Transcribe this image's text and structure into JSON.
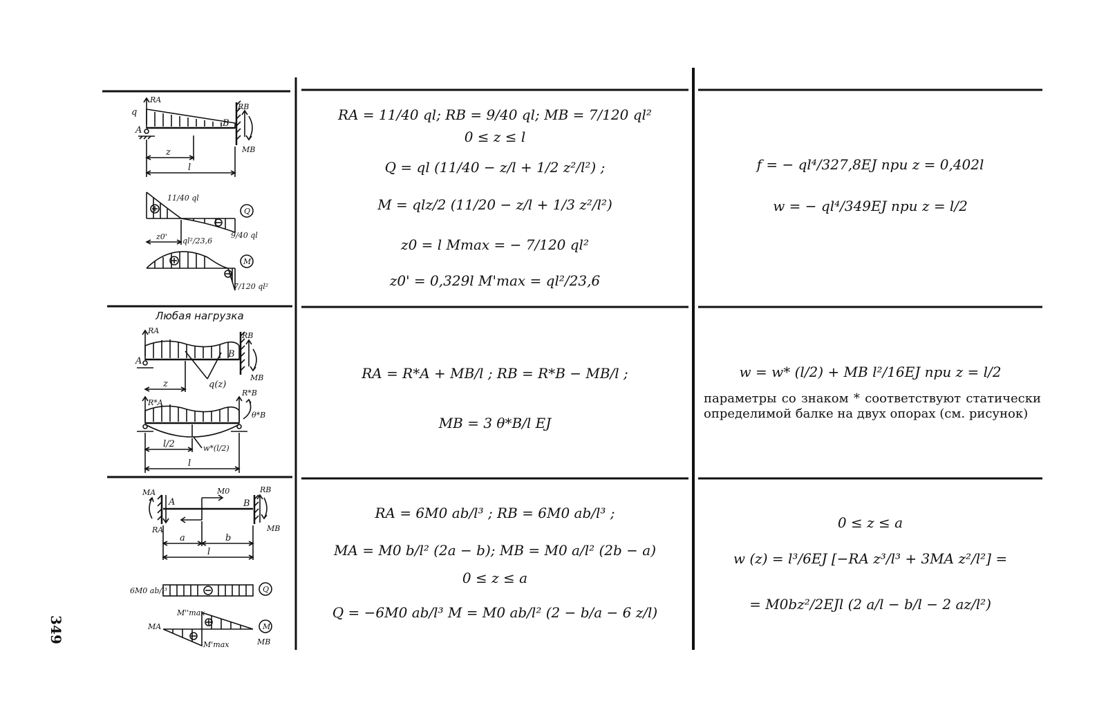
{
  "page_number": "349",
  "rows": [
    {
      "diagram_labels": {
        "load": "q",
        "RA": "RA",
        "RB": "RB",
        "A": "A",
        "B": "B",
        "MB": "MB",
        "z": "z",
        "l": "l",
        "q_val": "11/40 ql",
        "q_neg": "9/40 ql",
        "z0p": "z0'",
        "m_pos": "ql²/23,6",
        "m_neg": "7/120 ql²",
        "Q_tag": "Q",
        "M_tag": "M"
      },
      "formulas": [
        "RA = 11/40 ql;  RB = 9/40 ql;  MB = 7/120 ql²",
        "0 ≤ z ≤ l",
        "Q = ql (11/40 − z/l + 1/2 z²/l²) ;",
        "M = qlz/2 (11/20 − z/l + 1/3 z²/l²)",
        "z0 = l  Mmax = − 7/120 ql²",
        "z0' = 0,329l  M'max = ql²/23,6"
      ],
      "results": [
        "f = − ql⁴/327,8EJ  при  z = 0,402l",
        "w = − ql⁴/349EJ  при  z = l/2"
      ]
    },
    {
      "diagram_labels": {
        "caption": "Любая нагрузка",
        "RA": "RA",
        "RB": "RB",
        "A": "A",
        "B": "B",
        "MB": "MB",
        "z": "z",
        "qz": "q(z)",
        "RA_star": "R*A",
        "RB_star": "R*B",
        "theta_star": "θ*B",
        "l_half": "l/2",
        "l": "l",
        "w_star": "w*(l/2)"
      },
      "formulas": [
        "RA = R*A + MB/l ;  RB = R*B − MB/l ;",
        "MB = 3 θ*B/l EJ"
      ],
      "results": [
        "w = w* (l/2) + MB l²/16EJ   при  z = l/2"
      ],
      "note": "параметры со знаком * соответствуют статически определимой балке на двух опорах (см. рисунок)"
    },
    {
      "diagram_labels": {
        "MA": "MA",
        "M0": "M0",
        "RB": "RB",
        "A": "A",
        "B": "B",
        "RA": "RA",
        "MB": "MB",
        "a": "a",
        "b": "b",
        "l": "l",
        "q_val": "6M0 ab/l³",
        "Q_tag": "Q",
        "M_tag": "M",
        "mmax2": "M''max",
        "mmax1": "M'max"
      },
      "formulas": [
        "RA = 6M0 ab/l³ ;  RB = 6M0 ab/l³ ;",
        "MA = M0 b/l² (2a − b);  MB = M0 a/l² (2b − a)",
        "0 ≤ z ≤ a",
        "Q = −6M0 ab/l³     M = M0 ab/l² (2 − b/a − 6 z/l)"
      ],
      "results": [
        "0 ≤ z ≤ a",
        "w (z) = l³/6EJ [−RA z³/l³ + 3MA z²/l²] =",
        "= M0bz²/2EJl (2 a/l − b/l − 2 az/l²)"
      ]
    }
  ]
}
